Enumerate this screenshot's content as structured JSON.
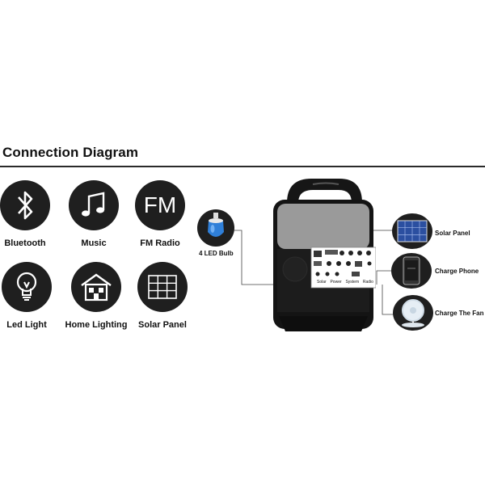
{
  "title": "Connection Diagram",
  "features": [
    {
      "label": "Bluetooth",
      "icon": "bluetooth-icon"
    },
    {
      "label": "Music",
      "icon": "music-note-icon"
    },
    {
      "label": "FM Radio",
      "icon": "fm-icon",
      "glyph": "FM"
    },
    {
      "label": "Led Light",
      "icon": "light-bulb-icon"
    },
    {
      "label": "Home Lighting",
      "icon": "house-icon"
    },
    {
      "label": "Solar Panel",
      "icon": "solar-grid-icon"
    }
  ],
  "device": {
    "port_labels": [
      "Solar",
      "Power",
      "System",
      "Radio"
    ]
  },
  "connections": {
    "bulb": "4 LED Bulb",
    "solar": "Solar Panel",
    "phone": "Charge Phone",
    "fan": "Charge The Fan"
  },
  "colors": {
    "dark": "#1f1f1f",
    "bulb": "#2f7fd8",
    "panel": "#2b4fa0",
    "device_grey": "#9a9a9a"
  }
}
